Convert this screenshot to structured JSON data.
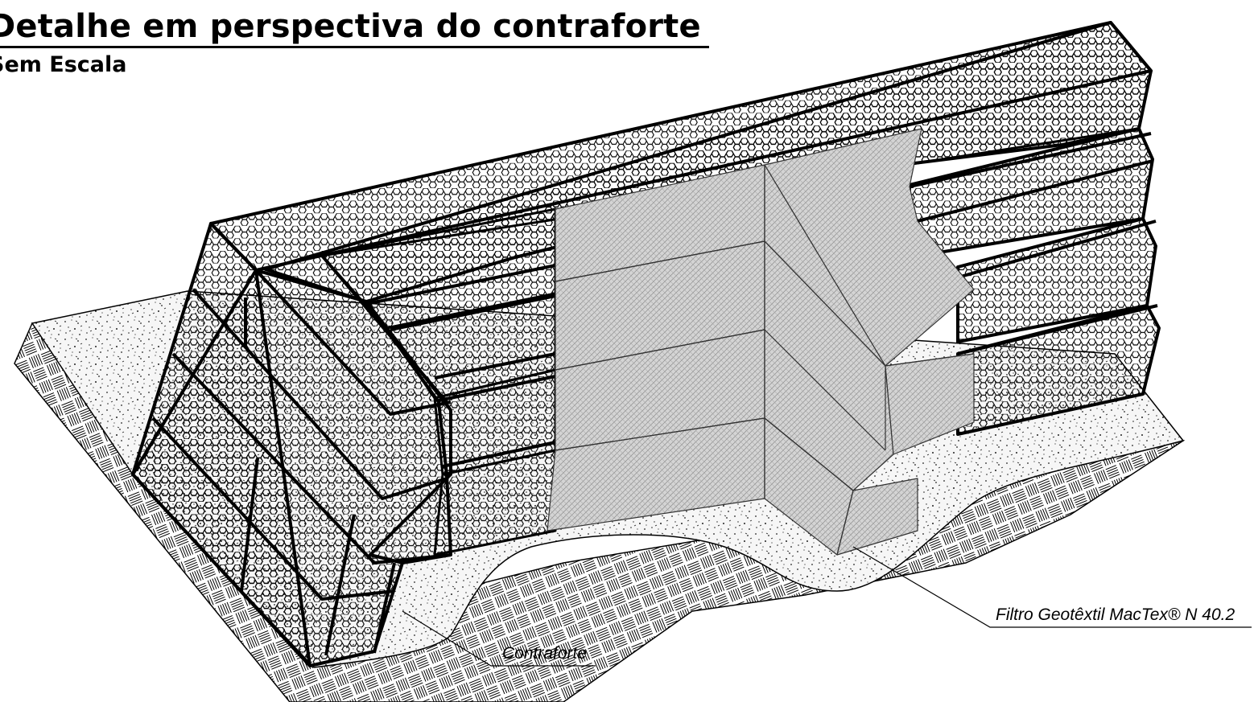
{
  "header": {
    "title": "Detalhe em perspectiva do contraforte",
    "subtitle": "Sem Escala"
  },
  "callouts": {
    "contraforte": "Contraforte",
    "filtro": "Filtro Geotêxtil MacTex® N 40.2"
  },
  "colors": {
    "ink": "#000000",
    "geotextile": "#d4d4d4",
    "gravel_fill": "#f6f6f6",
    "background": "#ffffff"
  },
  "icons": {
    "gabion_mesh": "hexagonal-wire-mesh",
    "geotextile": "crosshatch-fabric",
    "gravel": "stippled-fill",
    "soil": "earth-hatch"
  }
}
